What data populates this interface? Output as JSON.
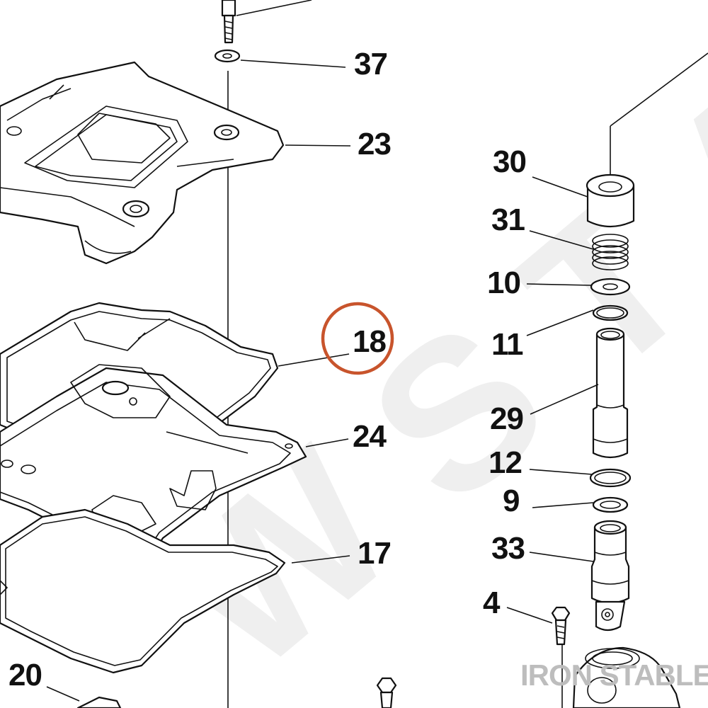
{
  "diagram": {
    "callouts": {
      "c37": "37",
      "c23": "23",
      "c30": "30",
      "c31": "31",
      "c10": "10",
      "c11": "11",
      "c18": "18",
      "c29": "29",
      "c24": "24",
      "c12": "12",
      "c9": "9",
      "c33": "33",
      "c17": "17",
      "c4": "4",
      "c20": "20"
    },
    "highlighted_callout": "18",
    "highlight_color": "#c8542c",
    "brand": "IRON STABLE"
  }
}
